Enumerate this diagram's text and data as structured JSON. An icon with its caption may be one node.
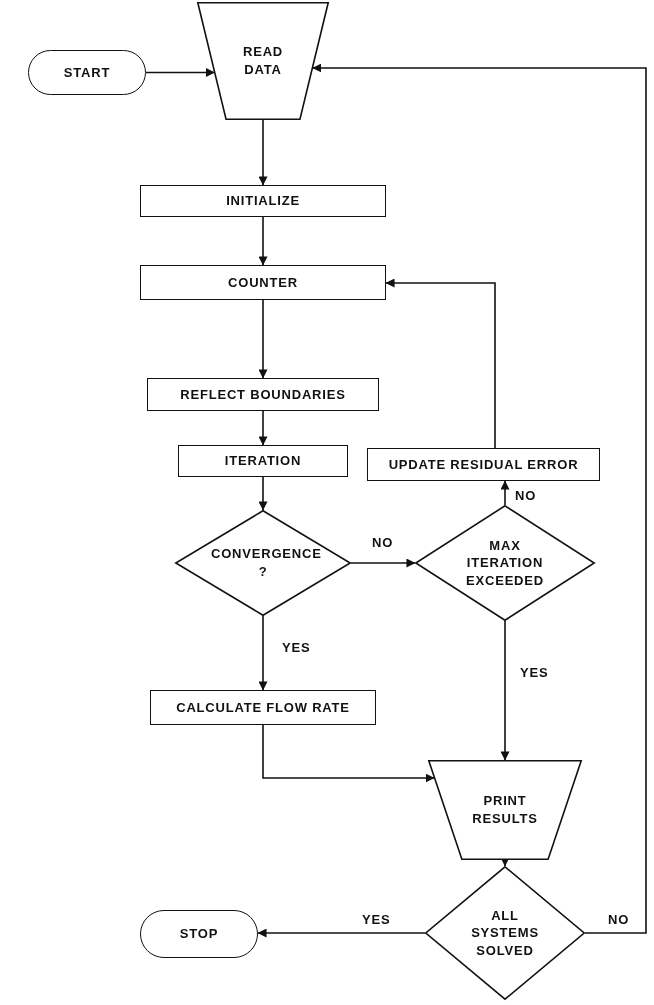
{
  "diagram": {
    "nodes": [
      {
        "text": [
          "START"
        ]
      },
      {
        "text": [
          "READ DATA"
        ]
      },
      {
        "text": [
          "INITIALIZE"
        ]
      },
      {
        "text": [
          "COUNTER"
        ]
      },
      {
        "text": [
          "REFLECT BOUNDARIES"
        ]
      },
      {
        "text": [
          "ITERATION"
        ]
      },
      {
        "text": [
          "CONVERGENCE ?"
        ]
      },
      {
        "text": [
          "MAX ITERATION EXCEEDED"
        ]
      },
      {
        "text": [
          "UPDATE RESIDUAL ERROR"
        ]
      },
      {
        "text": [
          "CALCULATE FLOW RATE"
        ]
      },
      {
        "text": [
          "PRINT RESULTS"
        ]
      },
      {
        "text": [
          "ALL SYSTEMS SOLVED"
        ]
      },
      {
        "text": [
          "STOP"
        ]
      }
    ],
    "edges": [
      {
        "from": 0,
        "to": 1,
        "arrow": "to"
      },
      {
        "from": 1,
        "to": 2,
        "arrow": "to"
      },
      {
        "from": 2,
        "to": 3,
        "arrow": "to"
      },
      {
        "from": 3,
        "to": 4,
        "arrow": "to"
      },
      {
        "from": 4,
        "to": 5,
        "arrow": "to"
      },
      {
        "from": 5,
        "to": 6,
        "arrow": "to"
      },
      {
        "from": 6,
        "to": 7,
        "arrow": "to",
        "label": "NO"
      },
      {
        "from": 7,
        "to": 8,
        "arrow": "to",
        "label": "NO"
      },
      {
        "from": 8,
        "to": 3,
        "arrow": "to"
      },
      {
        "from": 6,
        "to": 9,
        "arrow": "to",
        "label": "YES"
      },
      {
        "from": 7,
        "to": 10,
        "arrow": "to",
        "label": "YES"
      },
      {
        "from": 9,
        "to": 10,
        "arrow": "to"
      },
      {
        "from": 10,
        "to": 11,
        "arrow": "to"
      },
      {
        "from": 11,
        "to": 12,
        "arrow": "to",
        "label": "YES"
      },
      {
        "from": 11,
        "to": 1,
        "arrow": "to",
        "label": "NO"
      }
    ]
  }
}
